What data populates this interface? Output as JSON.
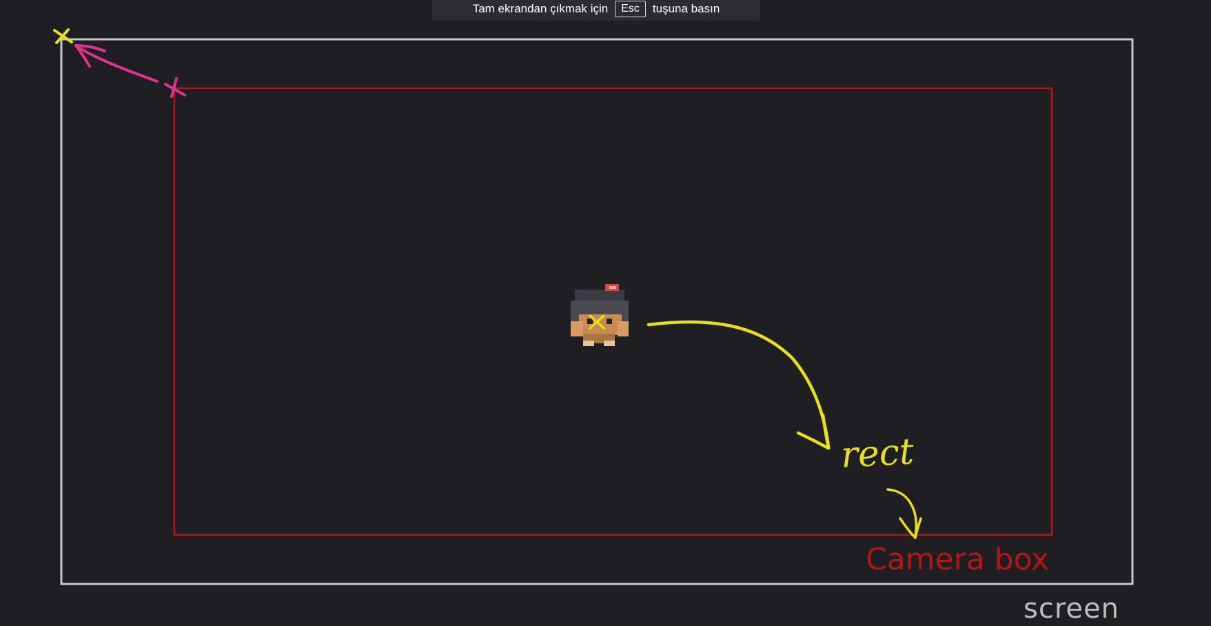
{
  "fullscreen_notice": {
    "before": "Tam ekrandan çıkmak için",
    "key": "Esc",
    "after": "tuşuna basın"
  },
  "labels": {
    "screen": "screen",
    "camera_box": "Camera box",
    "rect": "rect"
  },
  "colors": {
    "background": "#1f1e23",
    "screen_outline": "#c8c8c8",
    "camera_outline": "#b31616",
    "annotation_yellow": "#e8e01a",
    "annotation_pink": "#e0338f"
  },
  "icons": [
    "player-sprite-icon",
    "cross-mark-icon",
    "arrow-icon"
  ]
}
